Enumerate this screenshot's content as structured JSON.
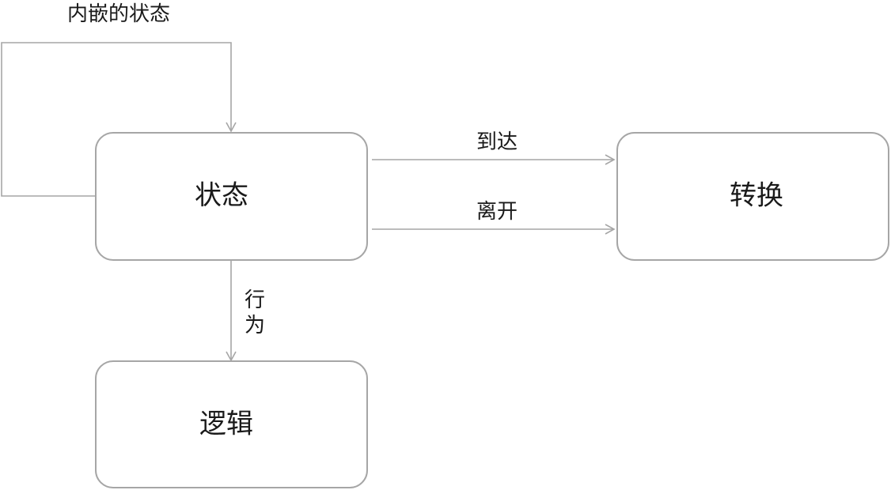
{
  "nodes": {
    "state": {
      "label": "状态"
    },
    "transition": {
      "label": "转换"
    },
    "logic": {
      "label": "逻辑"
    }
  },
  "edges": {
    "nested": {
      "label": "内嵌的状态"
    },
    "arrive": {
      "label": "到达"
    },
    "leave": {
      "label": "离开"
    },
    "behavior": {
      "label_lines": [
        "行",
        "为"
      ]
    }
  },
  "colors": {
    "node_border": "#a6a6a6",
    "edge_line": "#a6a6a6",
    "text": "#1a1a1a",
    "background": "#ffffff"
  }
}
